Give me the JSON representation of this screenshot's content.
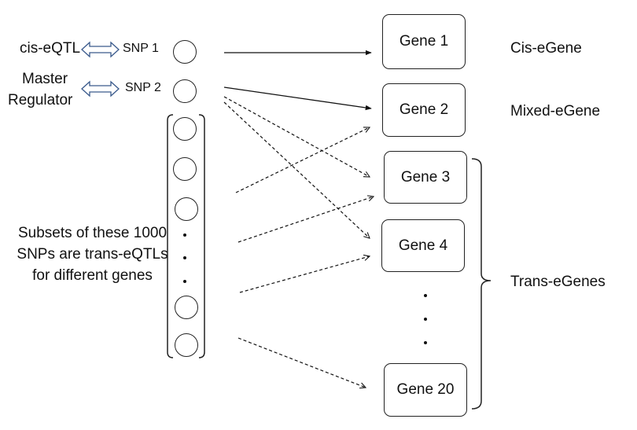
{
  "left_labels": {
    "cis_eqtl": "cis-eQTL",
    "master_regulator_line1": "Master",
    "master_regulator_line2": "Regulator",
    "snp1": "SNP 1",
    "snp2": "SNP 2"
  },
  "note": "Subsets of these 1000 SNPs are trans-eQTLs for different genes",
  "genes": [
    "Gene 1",
    "Gene 2",
    "Gene 3",
    "Gene 4",
    "Gene 20"
  ],
  "categories": {
    "cis": "Cis-eGene",
    "mixed": "Mixed-eGene",
    "trans": "Trans-eGenes"
  }
}
